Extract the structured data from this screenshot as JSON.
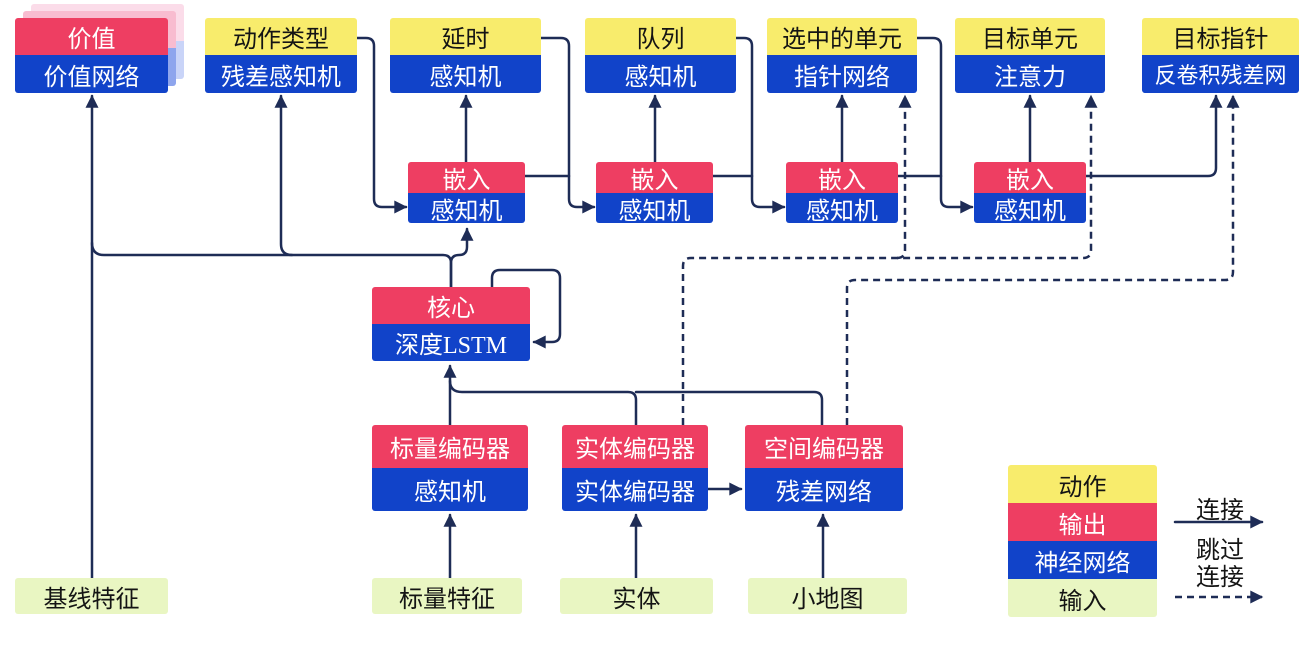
{
  "diagram_title": "AlphaStar-style agent architecture (Chinese)",
  "nodes": {
    "value": {
      "top": "价值",
      "bottom": "价值网络"
    },
    "action_type": {
      "top": "动作类型",
      "bottom": "残差感知机"
    },
    "delay": {
      "top": "延时",
      "bottom": "感知机"
    },
    "queue": {
      "top": "队列",
      "bottom": "感知机"
    },
    "selected_units": {
      "top": "选中的单元",
      "bottom": "指针网络"
    },
    "target_unit": {
      "top": "目标单元",
      "bottom": "注意力"
    },
    "target_point": {
      "top": "目标指针",
      "bottom": "反卷积残差网"
    },
    "embed1": {
      "top": "嵌入",
      "bottom": "感知机"
    },
    "embed2": {
      "top": "嵌入",
      "bottom": "感知机"
    },
    "embed3": {
      "top": "嵌入",
      "bottom": "感知机"
    },
    "embed4": {
      "top": "嵌入",
      "bottom": "感知机"
    },
    "core": {
      "top": "核心",
      "bottom": "深度LSTM"
    },
    "scalar_encoder": {
      "top": "标量编码器",
      "bottom": "感知机"
    },
    "entity_encoder": {
      "top": "实体编码器",
      "bottom": "实体编码器"
    },
    "spatial_encoder": {
      "top": "空间编码器",
      "bottom": "残差网络"
    },
    "baseline_features": {
      "label": "基线特征"
    },
    "scalar_features": {
      "label": "标量特征"
    },
    "entities": {
      "label": "实体"
    },
    "minimap": {
      "label": "小地图"
    }
  },
  "legend": {
    "action": "动作",
    "output": "输出",
    "neural_network": "神经网络",
    "input": "输入",
    "connection_label": "连接",
    "skip_label_line1": "跳过",
    "skip_label_line2": "连接"
  },
  "palette": {
    "action_yellow": "#f8ec6c",
    "output_red": "#ee3e62",
    "network_blue": "#1143c9",
    "input_green": "#e9f6c2",
    "connector_navy": "#1e2c56",
    "value_shadow_pink": "#f8bcd0",
    "value_shadow_blue": "#8ea5ed"
  }
}
